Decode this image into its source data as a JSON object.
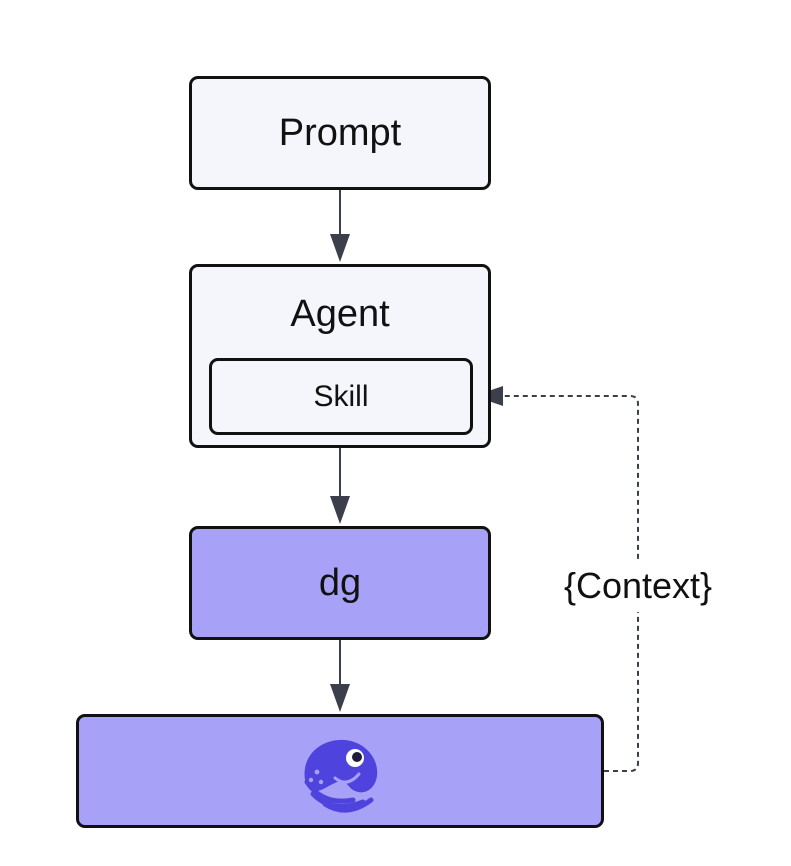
{
  "nodes": {
    "prompt": "Prompt",
    "agent": "Agent",
    "skill": "Skill",
    "dg": "dg"
  },
  "edge_labels": {
    "context": "{Context}"
  },
  "colors": {
    "light_fill": "#f5f6fc",
    "purple_fill": "#a7a2f7",
    "stroke": "#111111",
    "arrow": "#3a3f4b",
    "logo": "#4f43dd"
  },
  "icons": {
    "dagster_logo": "dagster-octopus-logo"
  }
}
